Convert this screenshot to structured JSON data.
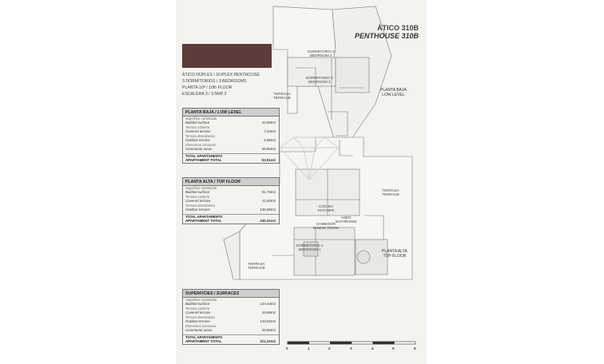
{
  "header": {
    "title_es": "ÁTICO 310B",
    "title_en": "PENTHOUSE 310B"
  },
  "intro": {
    "type_es": "ÁTICO DÚPLEX / ",
    "type_en": "DUPLEX PENTHOUSE",
    "bedrooms_es": "3 DORMITORIOS / ",
    "bedrooms_en": "3 BEDROOMS",
    "floor_es": "PLANTA 10ª / ",
    "floor_en": "10th FLOOR",
    "stair_es": "ESCALERA 3 / ",
    "stair_en": "STAIR 3"
  },
  "low_level": {
    "heading_es": "PLANTA BAJA / ",
    "heading_en": "LOW LEVEL",
    "rows": [
      {
        "es": "Superficie construida",
        "en": "Builded surface",
        "value": "42.69m2"
      },
      {
        "es": "Terraza cubierta",
        "en": "Covered terrace",
        "value": "7,34m2"
      },
      {
        "es": "Terraza descubierta",
        "en": "Outdoor terrace",
        "value": "6,96m2"
      },
      {
        "es": "Elementos comunes",
        "en": "Communal areas",
        "value": "26,60m2"
      }
    ],
    "total": {
      "es": "TOTAL APARTAMENTO",
      "en": "APARTAMENT TOTAL",
      "value": "83,91m2"
    }
  },
  "top_floor": {
    "heading_es": "PLANTA ALTA / ",
    "heading_en": "TOP FLOOR",
    "rows": [
      {
        "es": "Superficie construida",
        "en": "Builded surface",
        "value": "91.75m2"
      },
      {
        "es": "Terraza cubierta",
        "en": "Covered terrace",
        "value": "11,60m2"
      },
      {
        "es": "Terraza descubierta",
        "en": "Outdoor terrace",
        "value": "136,96m2"
      }
    ],
    "total": {
      "es": "TOTAL APARTAMENTO",
      "en": "APARTAMENT TOTAL",
      "value": "240,31m2"
    }
  },
  "surfaces": {
    "heading_es": "SUPERFICIES / ",
    "heading_en": "SURFACES",
    "rows": [
      {
        "es": "Superficie construida",
        "en": "Builded surface",
        "value": "134,44m2"
      },
      {
        "es": "Terraza cubierta",
        "en": "Covered terrace",
        "value": "18,96m2"
      },
      {
        "es": "Terraza descubierta",
        "en": "Outdoor terrace",
        "value": "143,92m2"
      },
      {
        "es": "Elementos comunes",
        "en": "Communal areas",
        "value": "26,60m2"
      }
    ],
    "total": {
      "es": "TOTAL APARTAMENTO",
      "en": "APARTAMENT TOTAL",
      "value": "321,22m2"
    }
  },
  "plan_labels": {
    "low_level_es": "PLANTA BAJA",
    "low_level_en": "LOW LEVEL",
    "top_floor_es": "PLANTA ALTA",
    "top_floor_en": "TOP FLOOR",
    "bedroom2": "DORMITORIO 2\nBEDROOM 2",
    "bedroom3": "DORMITORIO 3\nBEDROOM 3",
    "bedroom1": "DORMITORIO 1\nBEDROOM 1",
    "terrace_low": "TERRAZA\nTERRACE",
    "terrace_top_right": "TERRAZA\nTERRACE",
    "terrace_top_left": "TERRAZA\nTERRACE",
    "kitchen": "COCINA\nKITCHEN",
    "dining": "COMEDOR\nDINING ROOM",
    "bathroom": "ASEO\nBATHROOM"
  },
  "scale": {
    "ticks": [
      "0",
      "1",
      "2",
      "3",
      "4",
      "5",
      "6"
    ]
  },
  "colors": {
    "brand": "#5e3a3a",
    "sheet": "#f4f3ef",
    "table_header": "#cfcfcf"
  }
}
